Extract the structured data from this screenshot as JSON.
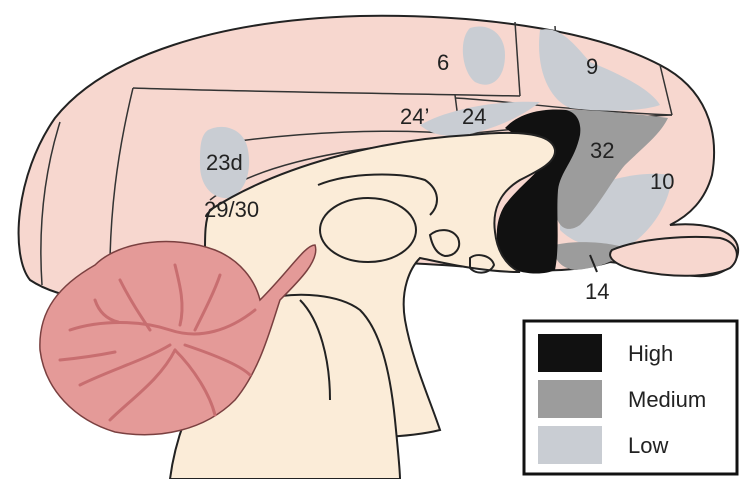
{
  "colors": {
    "cortex_fill": "#f7d7cf",
    "midline_fill": "#fbecd8",
    "cerebellum_fill": "#e49a98",
    "cerebellum_vein": "#c86e70",
    "outline": "#222222",
    "high": "#111111",
    "medium": "#9c9c9c",
    "low": "#c9cdd3"
  },
  "regions": {
    "area_6": "6",
    "area_9": "9",
    "area_24_prime": "24’",
    "area_24": "24",
    "area_32": "32",
    "area_23d": "23d",
    "area_29_30": "29/30",
    "area_10": "10",
    "area_14": "14"
  },
  "legend": {
    "items": [
      {
        "label": "High",
        "color": "#111111"
      },
      {
        "label": "Medium",
        "color": "#9c9c9c"
      },
      {
        "label": "Low",
        "color": "#c9cdd3"
      }
    ]
  }
}
